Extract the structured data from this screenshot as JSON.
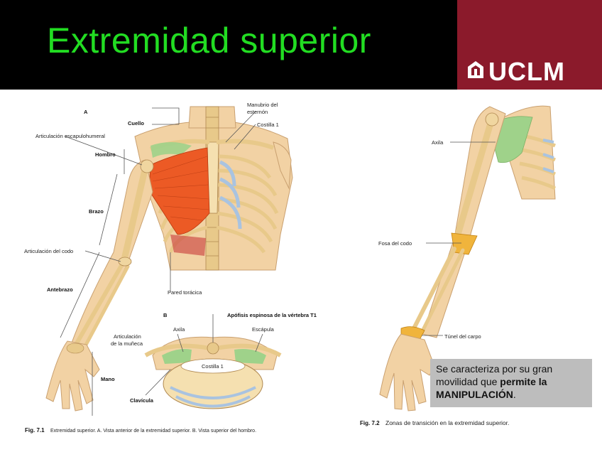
{
  "slide": {
    "title": "Extremidad superior",
    "logo_text": "UCLM",
    "colors": {
      "header_bg": "#000000",
      "title_green": "#22dd22",
      "logo_bg": "#8b1a2b",
      "note_bg": "#bdbdbd"
    }
  },
  "figure_a": {
    "panel_letter_a": "A",
    "panel_letter_b": "B",
    "labels": {
      "cuello": "Cuello",
      "manubrio_1": "Manubrio del",
      "manubrio_2": "esternón",
      "costilla1": "Costilla 1",
      "art_escapulohumeral": "Articulación escapulohumeral",
      "hombro": "Hombro",
      "brazo": "Brazo",
      "art_codo": "Articulación del codo",
      "pared_toracica": "Pared torácica",
      "antebrazo": "Antebrazo",
      "apofisis": "Apófisis espinosa de la vértebra T1",
      "axila": "Axila",
      "escapula": "Escápula",
      "art_muneca_1": "Articulación",
      "art_muneca_2": "de la muñeca",
      "costilla1_b": "Costilla 1",
      "mano": "Mano",
      "clavicula": "Clavícula"
    },
    "caption_bold": "Fig. 7.1",
    "caption_text": "Extremidad superior. A. Vista anterior de la extremidad superior. B. Vista superior del hombro."
  },
  "figure_b": {
    "labels": {
      "axila": "Axila",
      "fosa_codo": "Fosa del codo",
      "tunel_carpo": "Túnel del carpo"
    },
    "caption_bold": "Fig. 7.2",
    "caption_text": "Zonas de transición en la extremidad superior."
  },
  "note": {
    "text_plain": "Se caracteriza por su gran movilidad que ",
    "text_bold_1": "permite la",
    "text_bold_2": "MANIPULACIÓN",
    "text_end": "."
  }
}
